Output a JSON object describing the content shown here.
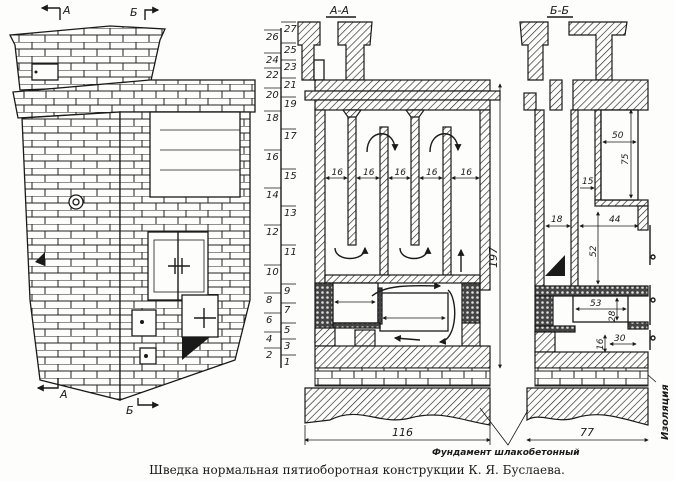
{
  "caption": "Шведка нормальная пятиоборотная конструкции К. Я. Буслаева.",
  "perspective": {
    "cut_top_a": "А",
    "cut_top_b": "Б",
    "cut_bottom_a": "А",
    "cut_bottom_b": "Б"
  },
  "section_aa": {
    "title": "А-А",
    "flue_widths": [
      "16",
      "16",
      "16",
      "16",
      "16"
    ],
    "total_height": "197",
    "foundation_width": "116"
  },
  "section_bb": {
    "title": "Б-Б",
    "dims": {
      "oven_width": "50",
      "oven_height": "75",
      "gap": "15",
      "flue": "18",
      "chamber_width": "44",
      "chamber_height": "52",
      "firebox_width": "53",
      "firebox_height": "28",
      "ash_height": "16",
      "ash_width": "30"
    },
    "foundation_width": "77",
    "insulation_label": "Изоляция"
  },
  "row_numbers": {
    "even": [
      "26",
      "24",
      "22",
      "20",
      "18",
      "16",
      "14",
      "12",
      "10",
      "8",
      "6",
      "4",
      "2"
    ],
    "odd": [
      "27",
      "25",
      "23",
      "21",
      "19",
      "17",
      "15",
      "13",
      "11",
      "9",
      "7",
      "5",
      "3",
      "1"
    ]
  },
  "foundation_label": "Фундамент шлакобетонный"
}
